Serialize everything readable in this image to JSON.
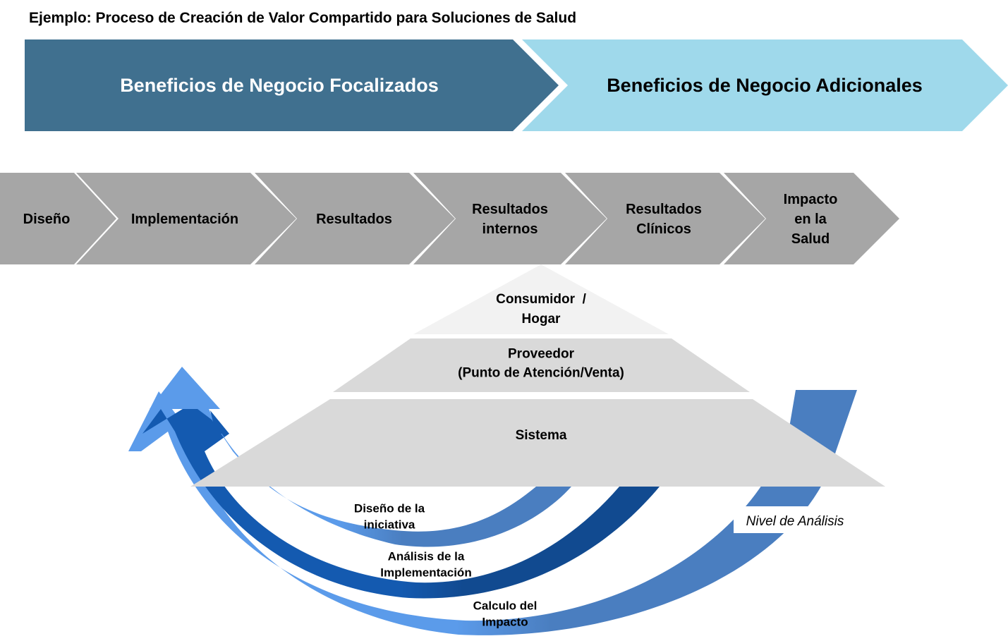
{
  "title": "Ejemplo: Proceso de Creación de Valor Compartido para Soluciones de Salud",
  "banners": [
    {
      "label": "Beneficios de Negocio Focalizados",
      "color": "#40708F",
      "text_color": "#FFFFFF"
    },
    {
      "label": "Beneficios de Negocio Adicionales",
      "color": "#9FD9EB",
      "text_color": "#000000"
    }
  ],
  "process_steps": [
    {
      "lines": [
        "Diseño"
      ]
    },
    {
      "lines": [
        "Implementación"
      ]
    },
    {
      "lines": [
        "Resultados"
      ]
    },
    {
      "lines": [
        "Resultados",
        "internos"
      ]
    },
    {
      "lines": [
        "Resultados",
        "Clínicos"
      ]
    },
    {
      "lines": [
        "Impacto",
        "en la",
        "Salud"
      ]
    }
  ],
  "step_color": "#A6A6A6",
  "pyramid": {
    "levels": [
      {
        "lines": [
          "Consumidor  /",
          "Hogar"
        ],
        "color": "#F2F2F2"
      },
      {
        "lines": [
          "Proveedor",
          "(Punto de Atención/Venta)"
        ],
        "color": "#D9D9D9"
      },
      {
        "lines": [
          "Sistema"
        ],
        "color": "#D9D9D9"
      }
    ]
  },
  "arcs": [
    {
      "lines": [
        "Diseño de la",
        "iniciativa"
      ],
      "color_start": "#5B9BEA",
      "color_end": "#4A7EC0"
    },
    {
      "lines": [
        "Análisis de la",
        "Implementación"
      ],
      "color_start": "#145AB0",
      "color_end": "#114A90"
    },
    {
      "lines": [
        "Calculo del",
        "Impacto"
      ],
      "color_start": "#5B9BEA",
      "color_end": "#4A7EC0"
    }
  ],
  "axis_label": "Nivel de Análisis"
}
